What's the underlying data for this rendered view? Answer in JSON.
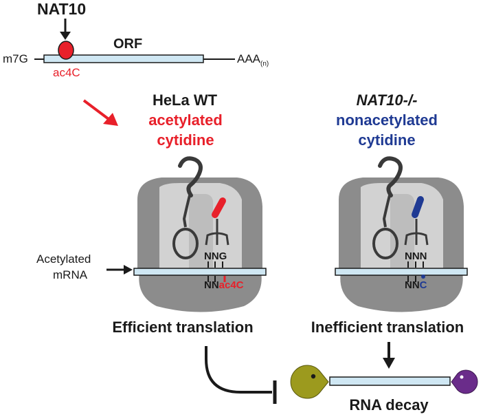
{
  "colors": {
    "acetyl_red": "#e8202a",
    "nonacetyl_blue": "#1f3a93",
    "text_dark": "#1a1a1a",
    "mrna_fill": "#cfe7f3",
    "ribosome_dark": "#8c8c8c",
    "ribosome_light": "#d2d2d2",
    "trna_dark": "#3a3a3a",
    "pacman_olive": "#9c9a1e",
    "pacman_purple": "#6a2c8a"
  },
  "top": {
    "enzyme": "NAT10",
    "orf": "ORF",
    "cap": "m7G",
    "polya": "AAA",
    "polya_sub": "(n)",
    "mark": "ac4C"
  },
  "left_panel": {
    "condition": "HeLa WT",
    "line1": "acetylated",
    "line2": "cytidine",
    "codon_top": "NNG",
    "codon_bottom_nn": "NN",
    "codon_bottom_mod": "ac4C",
    "mrna_label_1": "Acetylated",
    "mrna_label_2": "mRNA",
    "outcome": "Efficient translation"
  },
  "right_panel": {
    "condition": "NAT10-/-",
    "line1": "nonacetylated",
    "line2": "cytidine",
    "codon_top": "NNN",
    "codon_bottom_nn": "NN",
    "codon_bottom_mod": "C",
    "outcome": "Inefficient translation"
  },
  "bottom": {
    "decay": "RNA decay"
  },
  "icons": [
    "ribosome-icon",
    "trna-icon",
    "pacman-exonuclease-icon",
    "inhibition-arrow-icon"
  ]
}
